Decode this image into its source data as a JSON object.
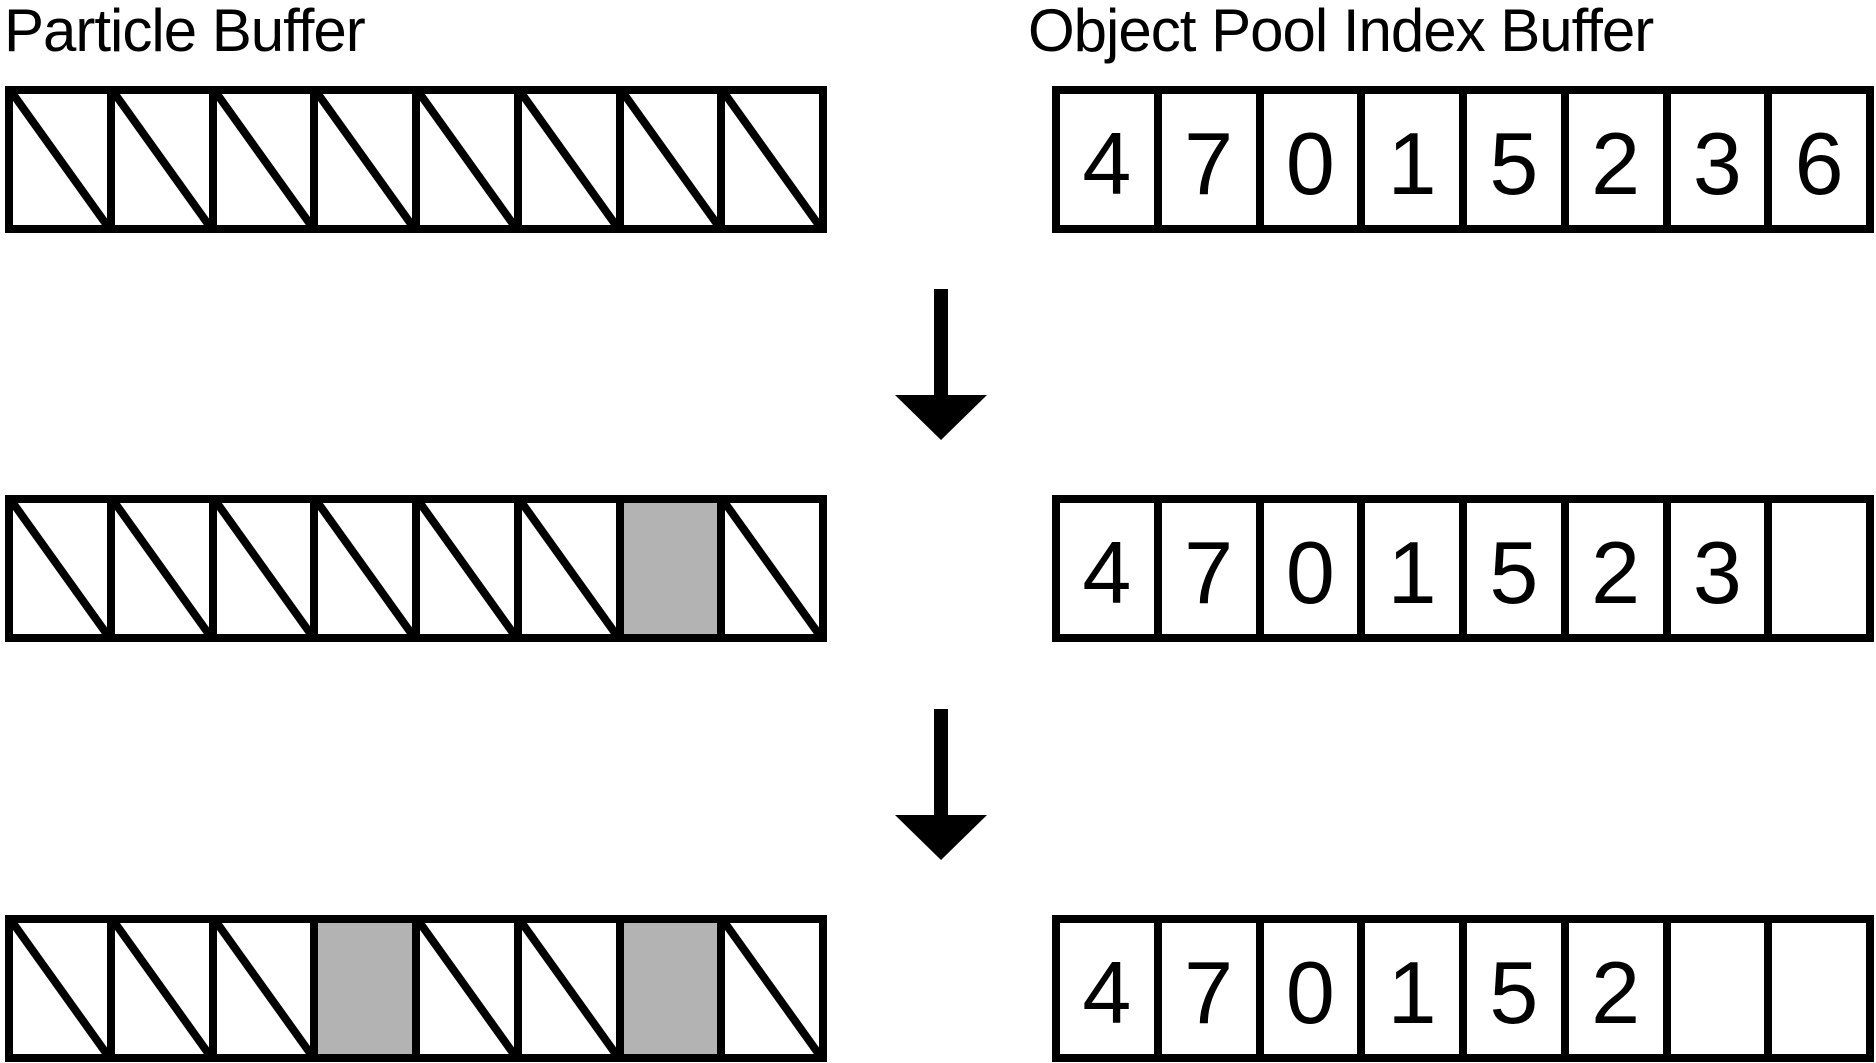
{
  "labels": {
    "particle_buffer": "Particle Buffer",
    "object_pool_index_buffer": "Object Pool Index Buffer"
  },
  "colors": {
    "stroke": "#000000",
    "gray_cell_fill": "#b3b3b3",
    "background": "#ffffff"
  },
  "cell_glyphs": {
    "slash": "diagonal-line-top-left-to-bottom-right",
    "gray": "solid-gray-fill",
    "": "blank"
  },
  "arrows": {
    "glyph": "down-arrow",
    "count": 2
  },
  "steps": [
    {
      "particle_cells": [
        "slash",
        "slash",
        "slash",
        "slash",
        "slash",
        "slash",
        "slash",
        "slash"
      ],
      "index_cells": [
        "4",
        "7",
        "0",
        "1",
        "5",
        "2",
        "3",
        "6"
      ]
    },
    {
      "particle_cells": [
        "slash",
        "slash",
        "slash",
        "slash",
        "slash",
        "slash",
        "gray",
        "slash"
      ],
      "index_cells": [
        "4",
        "7",
        "0",
        "1",
        "5",
        "2",
        "3",
        ""
      ]
    },
    {
      "particle_cells": [
        "slash",
        "slash",
        "slash",
        "gray",
        "slash",
        "slash",
        "gray",
        "slash"
      ],
      "index_cells": [
        "4",
        "7",
        "0",
        "1",
        "5",
        "2",
        "",
        ""
      ]
    }
  ]
}
